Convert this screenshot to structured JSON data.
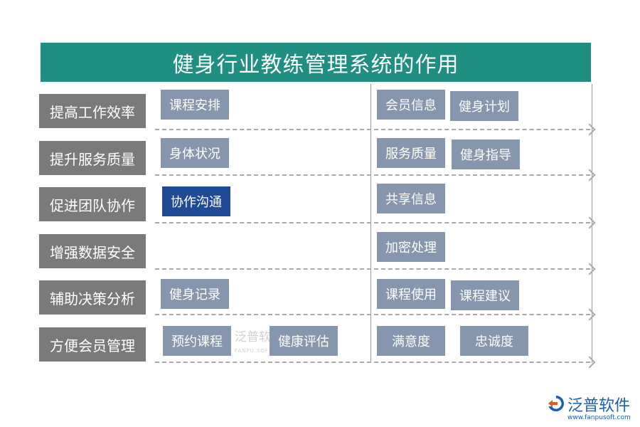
{
  "title": "健身行业教练管理系统的作用",
  "rows": [
    {
      "label": "提高工作效率",
      "left_tags": [
        "课程安排"
      ],
      "right_tags": [
        "会员信息",
        "健身计划"
      ]
    },
    {
      "label": "提升服务质量",
      "left_tags": [
        "身体状况"
      ],
      "right_tags": [
        "服务质量",
        "健身指导"
      ]
    },
    {
      "label": "促进团队协作",
      "left_tags": [
        "协作沟通"
      ],
      "right_tags": [
        "共享信息"
      ]
    },
    {
      "label": "增强数据安全",
      "left_tags": [],
      "right_tags": [
        "加密处理"
      ]
    },
    {
      "label": "辅助决策分析",
      "left_tags": [
        "健身记录"
      ],
      "right_tags": [
        "课程使用",
        "课程建议"
      ]
    },
    {
      "label": "方便会员管理",
      "left_tags": [
        "预约课程",
        "健康评估"
      ],
      "right_tags": [
        "满意度",
        "忠诚度"
      ]
    }
  ],
  "watermark": {
    "text": "泛普软",
    "sub": "FANPU SOFT"
  },
  "logo": {
    "name": "泛普软件",
    "url": "www.fanpusoft.com"
  },
  "colors": {
    "title_bg": "#1f8f83",
    "label_bg": "#7a7a7a",
    "tag_bg": "#8596ae",
    "tag_highlight": "#1f4b96",
    "brand": "#1c5fae"
  }
}
